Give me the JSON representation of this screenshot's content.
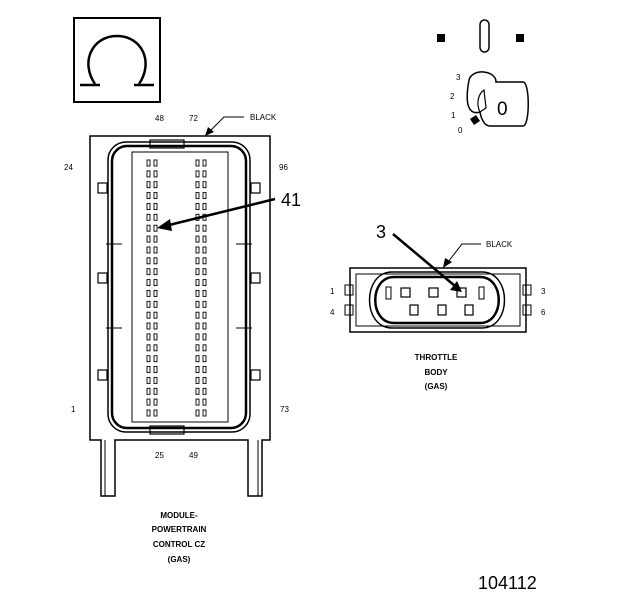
{
  "ohm_symbol": "Ω",
  "ignition_switch": {
    "positions": [
      "3",
      "2",
      "1",
      "0"
    ],
    "key_label": "0"
  },
  "pcm_connector": {
    "pin_labels": {
      "top_left": "48",
      "top_right": "72",
      "upper_left": "24",
      "upper_right": "96",
      "bottom_left_side": "1",
      "bottom_right_side": "73",
      "bottom_left": "25",
      "bottom_right": "49"
    },
    "color": "BLACK",
    "callout": "41",
    "caption": [
      "MODULE-",
      "POWERTRAIN",
      "CONTROL CZ",
      "(GAS)"
    ]
  },
  "throttle_connector": {
    "pin_labels": {
      "top_left": "1",
      "top_right": "3",
      "bottom_left": "4",
      "bottom_right": "6"
    },
    "color": "BLACK",
    "callout": "3",
    "caption": [
      "THROTTLE",
      "BODY",
      "(GAS)"
    ]
  },
  "figure_number": "104112"
}
